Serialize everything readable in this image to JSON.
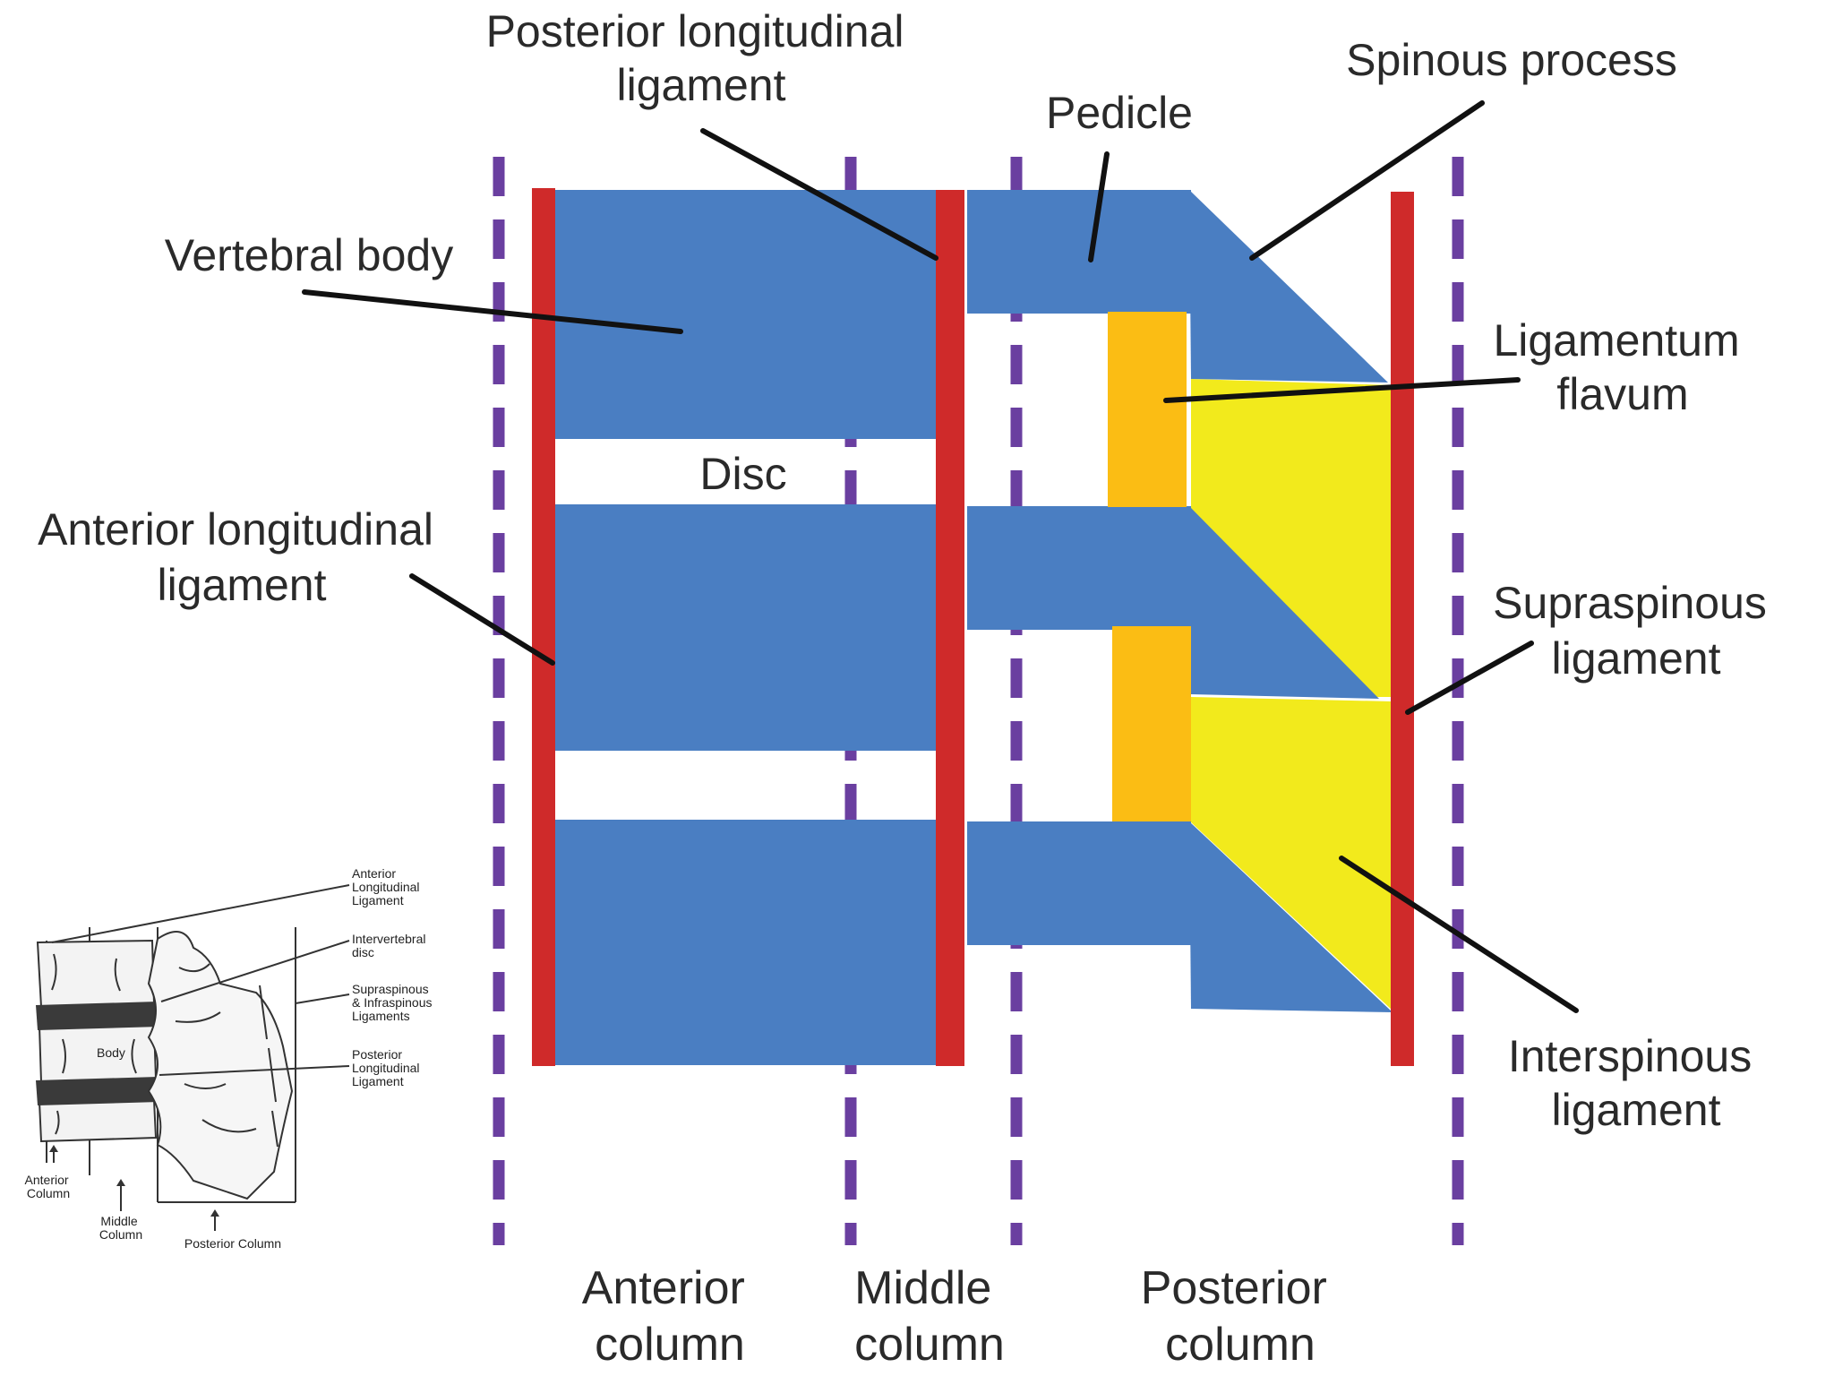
{
  "labels": {
    "posterior_longitudinal_ligament": [
      "Posterior longitudinal",
      "ligament"
    ],
    "spinous_process": "Spinous process",
    "pedicle": "Pedicle",
    "vertebral_body": "Vertebral body",
    "ligamentum_flavum": [
      "Ligamentum",
      "flavum"
    ],
    "disc": "Disc",
    "anterior_longitudinal_ligament": [
      "Anterior longitudinal",
      "ligament"
    ],
    "supraspinous_ligament": [
      "Supraspinous",
      "ligament"
    ],
    "interspinous_ligament": [
      "Interspinous",
      "ligament"
    ]
  },
  "columns": {
    "anterior": [
      "Anterior",
      "column"
    ],
    "middle": [
      "Middle",
      "column"
    ],
    "posterior": [
      "Posterior",
      "column"
    ]
  },
  "inset": {
    "labels": {
      "anterior_longitudinal_ligament": [
        "Anterior",
        "Longitudinal",
        "Ligament"
      ],
      "intervertebral_disc": [
        "Intervertebral",
        "disc"
      ],
      "supraspinous_infraspinous": [
        "Supraspinous",
        "& Infraspinous",
        "Ligaments"
      ],
      "posterior_longitudinal_ligament": [
        "Posterior",
        "Longitudinal",
        "Ligament"
      ],
      "body": "Body",
      "anterior_column": [
        "Anterior",
        "Column"
      ],
      "middle_column": [
        "Middle",
        "Column"
      ],
      "posterior_column": "Posterior Column"
    }
  },
  "colors": {
    "bone": "#4a7ec2",
    "ligament_red": "#cf2a2a",
    "ligamentum_flavum": "#fbbd14",
    "interspinous": "#f2ea1c",
    "column_divider": "#6a3fa0"
  }
}
